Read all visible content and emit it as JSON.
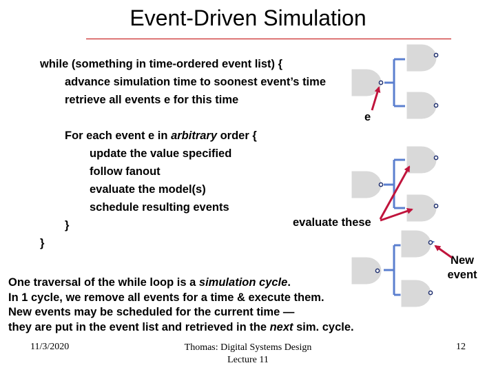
{
  "slide": {
    "title": "Event-Driven Simulation",
    "code": {
      "l1": "while (something in time-ordered event list) {",
      "l2": "advance simulation time to soonest event’s time",
      "l3": "retrieve all events e for this time",
      "l4_pre": "For each event e in ",
      "l4_em": "arbitrary",
      "l4_post": " order {",
      "l5": "update the value specified",
      "l6": "follow fanout",
      "l7": "evaluate the model(s)",
      "l8": "schedule resulting events",
      "l9": "}",
      "l10": "}"
    },
    "labels": {
      "e": "e",
      "evaluate_these": "evaluate these",
      "new_event_1": "New",
      "new_event_2": "event"
    },
    "summary": {
      "s1_pre": "One traversal of the while loop is a ",
      "s1_em": "simulation cycle",
      "s1_post": ".",
      "s2": "In 1 cycle, we remove all events for a time & execute them.",
      "s3": "New events may be scheduled for the current time —",
      "s4_pre": "they are put in the event list and retrieved in the ",
      "s4_em": "next",
      "s4_post": " sim. cycle."
    },
    "footer": {
      "date": "11/3/2020",
      "course1": "Thomas: Digital Systems Design",
      "course2": "Lecture 11",
      "page": "12"
    },
    "colors": {
      "title_rule": "#c00000",
      "arrow": "#c0143c",
      "wire": "#5b7fcf",
      "gate_fill": "#d9d9d9"
    }
  }
}
